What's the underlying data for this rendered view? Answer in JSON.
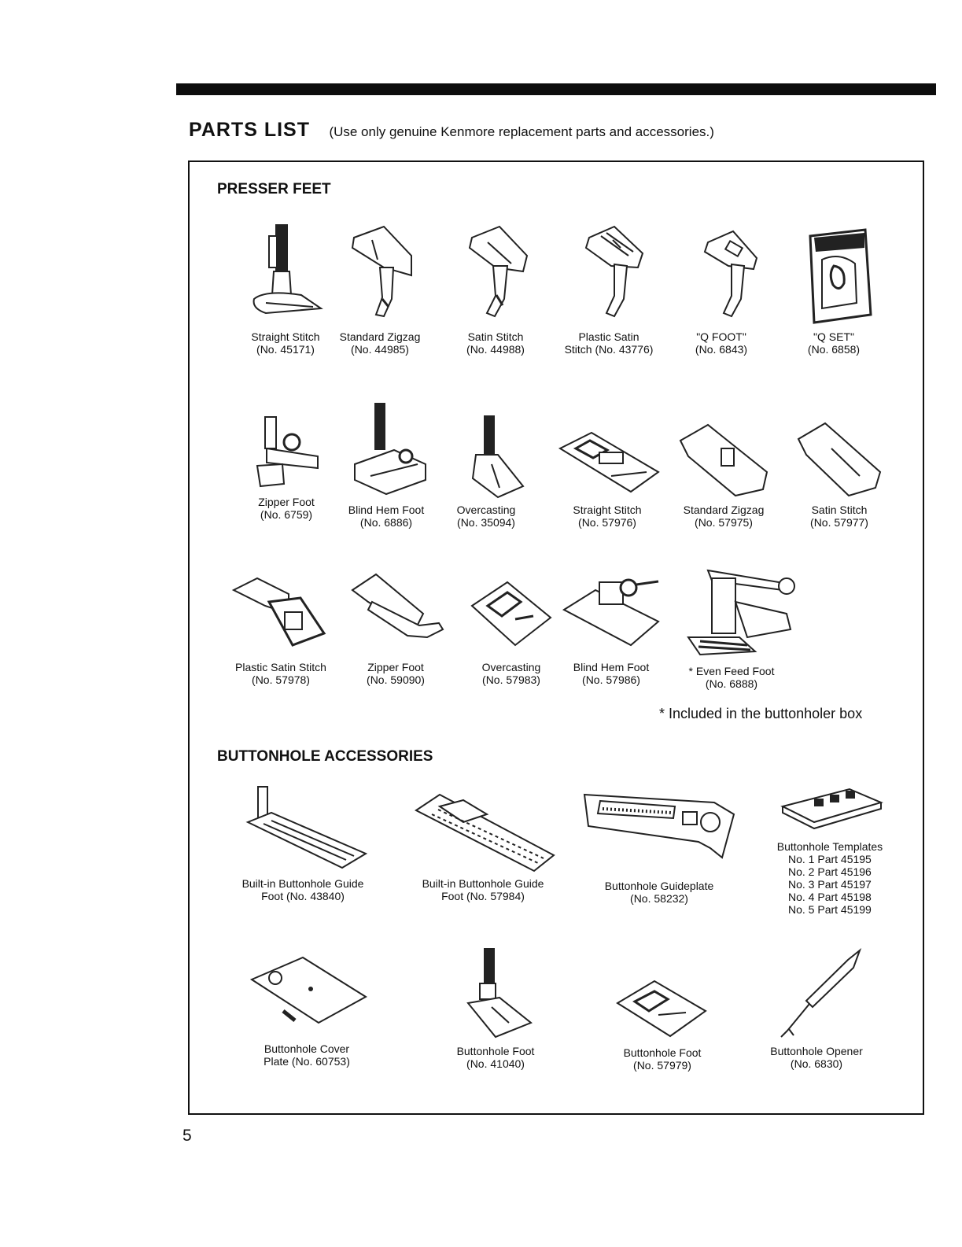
{
  "header": {
    "title": "PARTS LIST",
    "subtitle": "(Use only genuine Kenmore replacement parts and accessories.)"
  },
  "presser_feet": {
    "heading": "PRESSER FEET",
    "row1": [
      {
        "name": "Straight Stitch",
        "number": "(No. 45171)",
        "icon": "straight-stitch-foot-icon"
      },
      {
        "name": "Standard Zigzag",
        "number": "(No. 44985)",
        "icon": "zigzag-foot-icon"
      },
      {
        "name": "Satin Stitch",
        "number": "(No. 44988)",
        "icon": "satin-foot-icon"
      },
      {
        "name": "Plastic Satin",
        "number": "Stitch (No. 43776)",
        "icon": "plastic-satin-foot-icon"
      },
      {
        "name": "\"Q FOOT\"",
        "number": "(No. 6843)",
        "icon": "q-foot-icon"
      },
      {
        "name": "\"Q SET\"",
        "number": "(No. 6858)",
        "icon": "q-set-box-icon"
      }
    ],
    "row2": [
      {
        "name": "Zipper Foot",
        "number": "(No. 6759)",
        "icon": "zipper-foot-icon"
      },
      {
        "name": "Blind Hem Foot",
        "number": "(No. 6886)",
        "icon": "blind-hem-foot-icon"
      },
      {
        "name": "Overcasting",
        "number": "(No. 35094)",
        "icon": "overcasting-foot-icon"
      },
      {
        "name": "Straight Stitch",
        "number": "(No. 57976)",
        "icon": "straight-stitch-snap-foot-icon"
      },
      {
        "name": "Standard Zigzag",
        "number": "(No. 57975)",
        "icon": "zigzag-snap-foot-icon"
      },
      {
        "name": "Satin Stitch",
        "number": "(No. 57977)",
        "icon": "satin-snap-foot-icon"
      }
    ],
    "row3": [
      {
        "name": "Plastic Satin Stitch",
        "number": "(No. 57978)",
        "icon": "plastic-satin-snap-foot-icon"
      },
      {
        "name": "Zipper Foot",
        "number": "(No. 59090)",
        "icon": "zipper-snap-foot-icon"
      },
      {
        "name": "Overcasting",
        "number": "(No. 57983)",
        "icon": "overcasting-snap-foot-icon"
      },
      {
        "name": "Blind Hem Foot",
        "number": "(No. 57986)",
        "icon": "blind-hem-snap-foot-icon"
      },
      {
        "name": "* Even Feed Foot",
        "number": "(No. 6888)",
        "icon": "even-feed-foot-icon"
      }
    ],
    "note": "* Included in the buttonholer box"
  },
  "buttonhole_accessories": {
    "heading": "BUTTONHOLE ACCESSORIES",
    "row1": [
      {
        "name": "Built-in Buttonhole Guide",
        "number": "Foot (No. 43840)",
        "icon": "buttonhole-guide-foot-icon"
      },
      {
        "name": "Built-in Buttonhole Guide",
        "number": "Foot (No. 57984)",
        "icon": "buttonhole-guide-snap-foot-icon"
      },
      {
        "name": "Buttonhole Guideplate",
        "number": "(No. 58232)",
        "icon": "buttonhole-guideplate-icon"
      }
    ],
    "templates": {
      "title": "Buttonhole Templates",
      "icon": "buttonhole-templates-icon",
      "parts": [
        "No. 1 Part 45195",
        "No. 2 Part 45196",
        "No. 3 Part 45197",
        "No. 4 Part 45198",
        "No. 5 Part 45199"
      ]
    },
    "row2": [
      {
        "name": "Buttonhole Cover",
        "number": "Plate (No. 60753)",
        "icon": "cover-plate-icon"
      },
      {
        "name": "Buttonhole Foot",
        "number": "(No. 41040)",
        "icon": "buttonhole-foot-icon"
      },
      {
        "name": "Buttonhole Foot",
        "number": "(No. 57979)",
        "icon": "buttonhole-snap-foot-icon"
      },
      {
        "name": "Buttonhole Opener",
        "number": "(No. 6830)",
        "icon": "seam-ripper-icon"
      }
    ]
  },
  "page_number": "5"
}
